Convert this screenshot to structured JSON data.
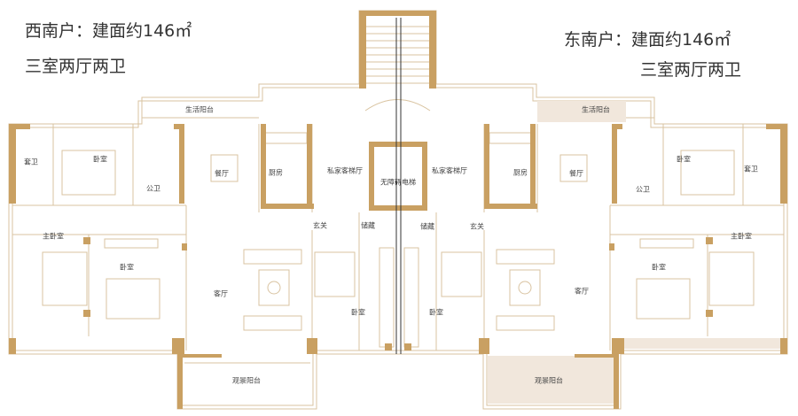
{
  "header_left": {
    "line1": "西南户：建面约146㎡",
    "line2": "三室两厅两卫"
  },
  "header_right": {
    "line1": "东南户：建面约146㎡",
    "line2": "三室两厅两卫"
  },
  "rooms": {
    "west_living_balcony": "生活阳台",
    "west_bath_en": "套卫",
    "west_bed_n": "卧室",
    "west_bath_pub": "公卫",
    "west_dining": "餐厅",
    "west_kitchen": "厨房",
    "west_master": "主卧室",
    "west_bed_s": "卧室",
    "west_parlor": "客厅",
    "west_foyer": "玄关",
    "west_storage": "储藏",
    "west_private_lift": "私家客梯厅",
    "west_bed_c": "卧室",
    "west_view_balcony": "观景阳台",
    "elevator": "无障碍电梯",
    "east_private_lift": "私家客梯厅",
    "east_living_balcony": "生活阳台",
    "east_kitchen": "厨房",
    "east_dining": "餐厅",
    "east_bed_n": "卧室",
    "east_bath_en": "套卫",
    "east_bath_pub": "公卫",
    "east_master": "主卧室",
    "east_bed_s": "卧室",
    "east_parlor": "客厅",
    "east_foyer": "玄关",
    "east_storage": "储藏",
    "east_bed_c": "卧室",
    "east_view_balcony": "观景阳台"
  },
  "colors": {
    "wall": "#c9a062",
    "line": "#d9c3a0",
    "fill": "#f1e7dc",
    "text": "#444444"
  }
}
